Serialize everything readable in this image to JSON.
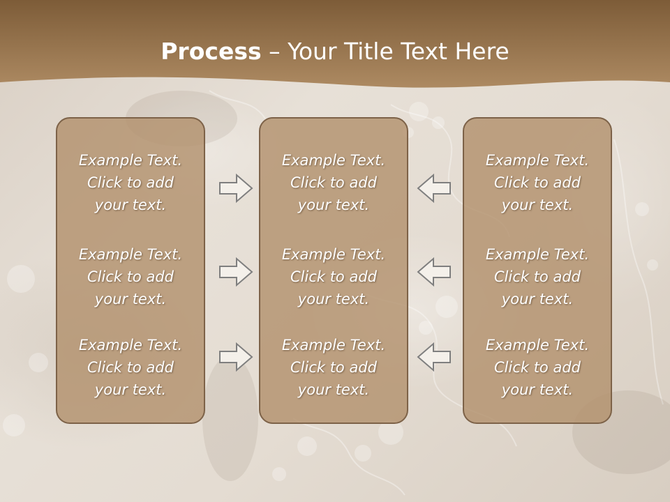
{
  "title": {
    "bold": "Process",
    "rest": " – Your Title Text Here"
  },
  "colors": {
    "header": "#9a7750",
    "box_fill": "#b2906c",
    "box_border": "#7d6248",
    "text": "#ffffff"
  },
  "columns": [
    {
      "blocks": [
        {
          "line1": "Example Text.",
          "line2": "Click  to add",
          "line3": "your text."
        },
        {
          "line1": "Example Text.",
          "line2": "Click  to add",
          "line3": "your text."
        },
        {
          "line1": "Example Text.",
          "line2": "Click  to add",
          "line3": "your text."
        }
      ]
    },
    {
      "blocks": [
        {
          "line1": "Example Text.",
          "line2": "Click  to add",
          "line3": "your text."
        },
        {
          "line1": "Example Text.",
          "line2": "Click  to add",
          "line3": "your text."
        },
        {
          "line1": "Example Text.",
          "line2": "Click  to add",
          "line3": "your text."
        }
      ]
    },
    {
      "blocks": [
        {
          "line1": "Example Text.",
          "line2": "Click  to add",
          "line3": "your text."
        },
        {
          "line1": "Example Text.",
          "line2": "Click  to add",
          "line3": "your text."
        },
        {
          "line1": "Example Text.",
          "line2": "Click  to add",
          "line3": "your text."
        }
      ]
    }
  ],
  "icons": {
    "left_arrows": "arrow-right-icon",
    "right_arrows": "arrow-left-icon"
  }
}
